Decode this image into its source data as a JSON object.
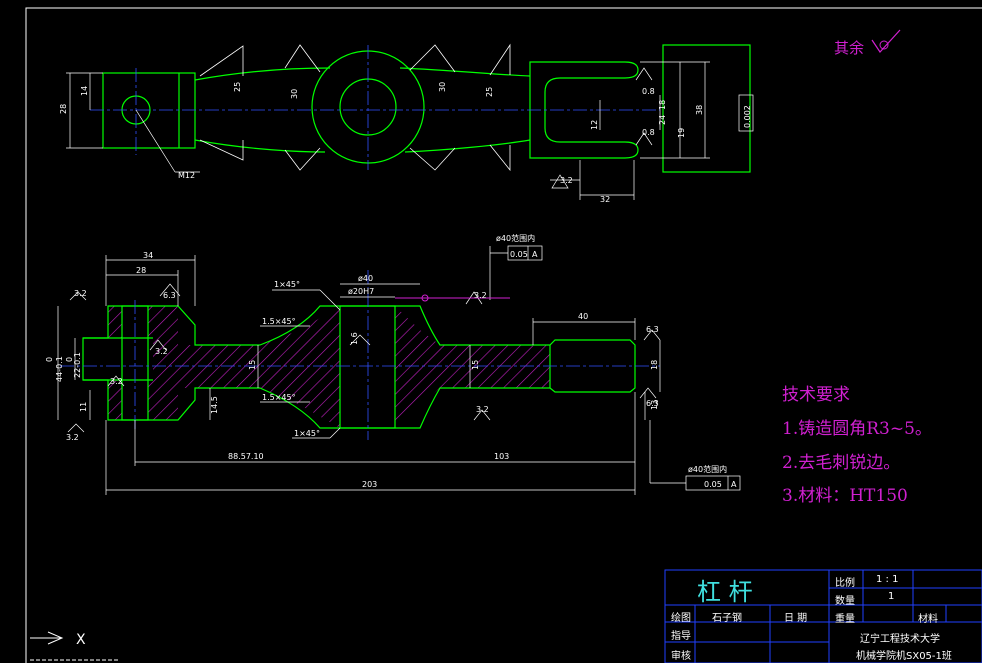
{
  "colors": {
    "background": "#000000",
    "outline": "#00ff00",
    "dimension": "#ffffff",
    "centerline": "#3050ff",
    "hatch": "#c020c0",
    "note": "#d020d0",
    "titleblock": "#2040ff",
    "titleblock_text": "#ffffff",
    "title_cyan": "#40e0e0"
  },
  "top_view": {
    "dims": {
      "d28": "28",
      "d14": "14",
      "m12": "M12",
      "d25a": "25",
      "d30a": "30",
      "d30b": "30",
      "d25b": "25",
      "d0_8a": "0.8",
      "d18": "18",
      "d24": "24",
      "d12": "12",
      "d0_8b": "0.8",
      "d19": "19",
      "d38": "38",
      "d32": "32",
      "d3_2": "3.2",
      "tol": "0.002"
    }
  },
  "front_view": {
    "dims": {
      "d34": "34",
      "d28": "28",
      "r3_2a": "3.2",
      "r6_3a": "6.3",
      "r3_2b": "3.2",
      "r3_2c": "3.2",
      "r3_2d": "3.2",
      "r3_2e": "3.2",
      "r6_3b": "6.3",
      "r6_3c": "6.3",
      "ch1": "1×45°",
      "ch2": "1.5×45°",
      "ch3": "1.5×45°",
      "ch4": "1×45°",
      "phi40": "ø40",
      "phi20h7": "ø20H7",
      "d1_6": "1.6",
      "d40": "40",
      "d15a": "15",
      "d15b": "15",
      "d14_5": "14.5",
      "d18": "18",
      "d13": "13",
      "d11": "11",
      "d44": "44-0.1",
      "d22": "22-0.1",
      "d0a": "0",
      "d0b": "0",
      "d88": "88.57.10",
      "d103": "103",
      "d203": "203"
    },
    "tol_frame1": {
      "note": "ø40范围内",
      "value": "0.05",
      "datum": "A"
    },
    "tol_frame2": {
      "note": "ø40范围内",
      "value": "0.05",
      "datum": "A"
    }
  },
  "other_finish": "其余",
  "requirements": {
    "title": "技术要求",
    "items": [
      "1.铸造圆角R3~5。",
      "2.去毛刺锐边。",
      "3.材料：HT150"
    ]
  },
  "title_block": {
    "part_name": "杠  杆",
    "scale_label": "比例",
    "scale_value": "1 : 1",
    "qty_label": "数量",
    "qty_value": "1",
    "weight_label": "重量",
    "material_label": "材料",
    "drawn_label": "绘图",
    "drawn_name": "石子钢",
    "date_label": "日  期",
    "check_label": "指导",
    "review_label": "审核",
    "org_line1": "辽宁工程技术大学",
    "org_line2": "机械学院机SX05-1班"
  },
  "ucs": {
    "x_label": "X"
  }
}
